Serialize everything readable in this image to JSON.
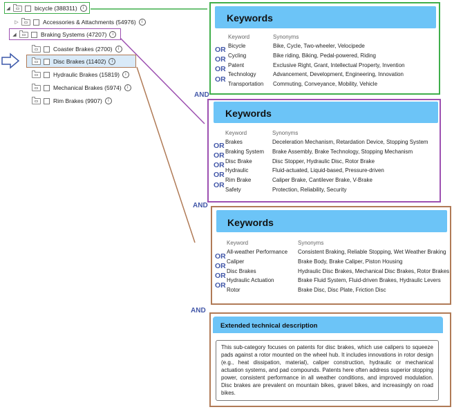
{
  "tree": {
    "root": {
      "label": "bicycle (388311)"
    },
    "accessories": {
      "label": "Accessories & Attachments (54976)"
    },
    "braking": {
      "label": "Braking Systems (47207)"
    },
    "children": [
      {
        "label": "Coaster Brakes (2700)"
      },
      {
        "label": "Disc Brakes (11402)"
      },
      {
        "label": "Hydraulic Brakes (15819)"
      },
      {
        "label": "Mechanical Brakes (5974)"
      },
      {
        "label": "Rim Brakes (9907)"
      }
    ],
    "info_glyph": "i",
    "arrow_icon": "hollow-right-arrow-icon"
  },
  "connector": {
    "or": "OR",
    "and": "AND"
  },
  "panels": [
    {
      "title": "Keywords",
      "col_keyword": "Keyword",
      "col_synonyms": "Synonyms",
      "rows": [
        {
          "keyword": "Bicycle",
          "synonyms": "Bike, Cycle, Two-wheeler, Velocipede"
        },
        {
          "keyword": "Cycling",
          "synonyms": "Bike riding, Biking, Pedal-powered, Riding"
        },
        {
          "keyword": "Patent",
          "synonyms": "Exclusive Right, Grant, Intellectual Property, Invention"
        },
        {
          "keyword": "Technology",
          "synonyms": "Advancement, Development, Engineering, Innovation"
        },
        {
          "keyword": "Transportation",
          "synonyms": "Commuting, Conveyance, Mobility, Vehicle"
        }
      ]
    },
    {
      "title": "Keywords",
      "col_keyword": "Keyword",
      "col_synonyms": "Synonyms",
      "rows": [
        {
          "keyword": "Brakes",
          "synonyms": "Deceleration Mechanism, Retardation Device, Stopping System"
        },
        {
          "keyword": "Braking System",
          "synonyms": "Brake Assembly, Brake Technology, Stopping Mechanism"
        },
        {
          "keyword": "Disc Brake",
          "synonyms": "Disc Stopper, Hydraulic Disc, Rotor Brake"
        },
        {
          "keyword": "Hydraulic",
          "synonyms": "Fluid-actuated, Liquid-based, Pressure-driven"
        },
        {
          "keyword": "Rim Brake",
          "synonyms": "Caliper Brake, Cantilever Brake, V-Brake"
        },
        {
          "keyword": "Safety",
          "synonyms": "Protection, Reliability, Security"
        }
      ]
    },
    {
      "title": "Keywords",
      "col_keyword": "Keyword",
      "col_synonyms": "Synonyms",
      "rows": [
        {
          "keyword": "All-weather Performance",
          "synonyms": "Consistent Braking, Reliable Stopping, Wet Weather Braking"
        },
        {
          "keyword": "Caliper",
          "synonyms": "Brake Body, Brake Caliper, Piston Housing"
        },
        {
          "keyword": "Disc Brakes",
          "synonyms": "Hydraulic Disc Brakes, Mechanical Disc Brakes, Rotor Brakes"
        },
        {
          "keyword": "Hydraulic Actuation",
          "synonyms": "Brake Fluid System, Fluid-driven Brakes, Hydraulic Levers"
        },
        {
          "keyword": "Rotor",
          "synonyms": "Brake Disc, Disc Plate, Friction Disc"
        }
      ]
    }
  ],
  "extended": {
    "title": "Extended technical description",
    "text": "This sub-category focuses on patents for disc brakes, which use calipers to squeeze pads against a rotor mounted on the wheel hub. It includes innovations in rotor design (e.g., heat dissipation, material), caliper construction, hydraulic or mechanical actuation systems, and pad compounds. Patents here often address superior stopping power, consistent performance in all weather conditions, and improved modulation. Disc brakes are prevalent on mountain bikes, gravel bikes, and increasingly on road bikes."
  },
  "colors": {
    "green": "#3fae4a",
    "purple": "#9c4fb0",
    "brown": "#b07a56",
    "header_blue": "#6cc4f7",
    "connector_blue": "#4257a8"
  }
}
